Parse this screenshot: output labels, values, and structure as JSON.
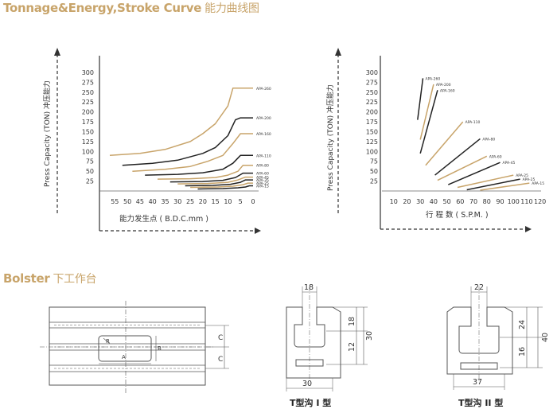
{
  "headings": {
    "tonnage_en": "Tonnage&Energy,Stroke Curve",
    "tonnage_cn": "能力曲线图",
    "bolster_en": "Bolster",
    "bolster_cn": "下工作台"
  },
  "colors": {
    "gold": "#c8a46a",
    "black": "#222222",
    "line": "#555555"
  },
  "chart_data": [
    {
      "type": "line",
      "ylabel": "Press Capacity (TON)  冲压能力",
      "xlabel": "能力发生点 ( B.D.C.mm )",
      "x_ticks": [
        "55",
        "50",
        "45",
        "40",
        "35",
        "30",
        "25",
        "20",
        "15",
        "10",
        "5",
        "0"
      ],
      "y_ticks": [
        25,
        50,
        75,
        100,
        125,
        150,
        175,
        200,
        225,
        250,
        275,
        300
      ],
      "xlim": [
        57,
        0
      ],
      "ylim": [
        0,
        310
      ],
      "series": [
        {
          "name": "APA-260",
          "color": "gold",
          "x": [
            57,
            45,
            35,
            25,
            20,
            15,
            10,
            8,
            5,
            0
          ],
          "y": [
            90,
            95,
            105,
            125,
            145,
            170,
            215,
            260,
            260,
            260
          ]
        },
        {
          "name": "APA-200",
          "color": "black",
          "x": [
            52,
            40,
            30,
            20,
            15,
            10,
            7,
            5,
            0
          ],
          "y": [
            65,
            70,
            78,
            95,
            110,
            140,
            180,
            185,
            185
          ]
        },
        {
          "name": "APA-160",
          "color": "gold",
          "x": [
            48,
            35,
            25,
            18,
            12,
            8,
            5,
            0
          ],
          "y": [
            50,
            55,
            62,
            75,
            90,
            120,
            145,
            145
          ]
        },
        {
          "name": "APA-110",
          "color": "black",
          "x": [
            43,
            30,
            20,
            12,
            8,
            5,
            0
          ],
          "y": [
            40,
            42,
            46,
            55,
            70,
            90,
            90
          ]
        },
        {
          "name": "APA-80",
          "color": "gold",
          "x": [
            38,
            25,
            15,
            10,
            6,
            4,
            0
          ],
          "y": [
            30,
            31,
            34,
            40,
            50,
            65,
            65
          ]
        },
        {
          "name": "APA-60",
          "color": "black",
          "x": [
            33,
            20,
            12,
            7,
            4,
            0
          ],
          "y": [
            23,
            24,
            27,
            34,
            45,
            45
          ]
        },
        {
          "name": "APA-45",
          "color": "gold",
          "x": [
            30,
            18,
            10,
            6,
            3,
            0
          ],
          "y": [
            18,
            19,
            22,
            28,
            35,
            35
          ]
        },
        {
          "name": "APA-35",
          "color": "black",
          "x": [
            27,
            16,
            9,
            5,
            3,
            0
          ],
          "y": [
            13,
            14,
            17,
            22,
            28,
            28
          ]
        },
        {
          "name": "APA-25",
          "color": "gold",
          "x": [
            25,
            14,
            8,
            4,
            2,
            0
          ],
          "y": [
            9,
            10,
            12,
            16,
            20,
            20
          ]
        },
        {
          "name": "APA-15",
          "color": "black",
          "x": [
            22,
            12,
            6,
            3,
            1.5,
            0
          ],
          "y": [
            5,
            6,
            8,
            10,
            13,
            13
          ]
        }
      ]
    },
    {
      "type": "line",
      "ylabel": "Press Capacity (TON)  冲压能力",
      "xlabel": "行 程 数 ( S.P.M. )",
      "x_ticks": [
        10,
        20,
        30,
        40,
        50,
        60,
        70,
        80,
        90,
        100,
        110,
        120
      ],
      "y_ticks": [
        25,
        50,
        75,
        100,
        125,
        150,
        175,
        200,
        225,
        250,
        275,
        300
      ],
      "xlim": [
        0,
        122
      ],
      "ylim": [
        0,
        310
      ],
      "series": [
        {
          "name": "APA-260",
          "color": "black",
          "x": [
            28,
            32
          ],
          "y": [
            180,
            285
          ]
        },
        {
          "name": "APA-200",
          "color": "gold",
          "x": [
            30,
            40
          ],
          "y": [
            130,
            270
          ]
        },
        {
          "name": "APA-160",
          "color": "black",
          "x": [
            30,
            43
          ],
          "y": [
            95,
            255
          ]
        },
        {
          "name": "APA-110",
          "color": "gold",
          "x": [
            34,
            62
          ],
          "y": [
            65,
            175
          ]
        },
        {
          "name": "APA-80",
          "color": "black",
          "x": [
            41,
            75
          ],
          "y": [
            40,
            132
          ]
        },
        {
          "name": "APA-60",
          "color": "gold",
          "x": [
            43,
            80
          ],
          "y": [
            27,
            88
          ]
        },
        {
          "name": "APA-45",
          "color": "black",
          "x": [
            51,
            90
          ],
          "y": [
            16,
            72
          ]
        },
        {
          "name": "APA-25",
          "color": "gold",
          "x": [
            58,
            100
          ],
          "y": [
            9,
            40
          ]
        },
        {
          "name": "APA-25",
          "color": "black",
          "x": [
            65,
            105
          ],
          "y": [
            3,
            30
          ]
        },
        {
          "name": "APA-15",
          "color": "gold",
          "x": [
            75,
            112
          ],
          "y": [
            2,
            20
          ]
        }
      ]
    }
  ],
  "bolster": {
    "dim_c1": "C",
    "dim_c2": "C",
    "dim_r": "R",
    "dim_a": "A",
    "dim_b": "B"
  },
  "slot1": {
    "top": "18",
    "right_upper": "18",
    "right_lower": "12",
    "right_total": "30",
    "bottom": "30",
    "caption": "T型沟 I 型"
  },
  "slot2": {
    "top": "22",
    "right_upper": "24",
    "right_lower": "16",
    "right_total": "40",
    "bottom": "37",
    "caption": "T型沟 II 型"
  }
}
